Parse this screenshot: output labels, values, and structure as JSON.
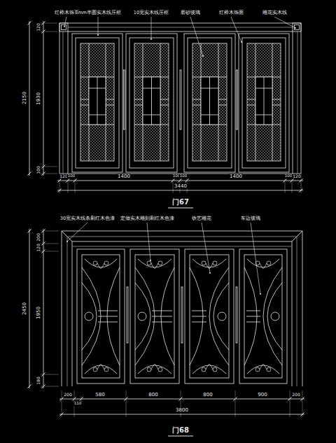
{
  "diagram": {
    "labels": [
      "红榉木饰面",
      "8mm半圆实木线压框",
      "10宽实木线压框",
      "磨砂玻璃",
      "红榉木饰面",
      "雕花实木线",
      "120",
      "1930",
      "100",
      "2150",
      "120",
      "100",
      "1400",
      "100",
      "100",
      "1400",
      "100",
      "120",
      "3440",
      "门67",
      "30宽实木线条刷红木色漆",
      "定做实木雕刻刷红木色漆",
      "铁艺雕花",
      "车边玻璃",
      "200",
      "120",
      "1950",
      "180",
      "2450",
      "200",
      "580",
      "800",
      "800",
      "900",
      "200",
      "110",
      "3800",
      "门68"
    ]
  }
}
